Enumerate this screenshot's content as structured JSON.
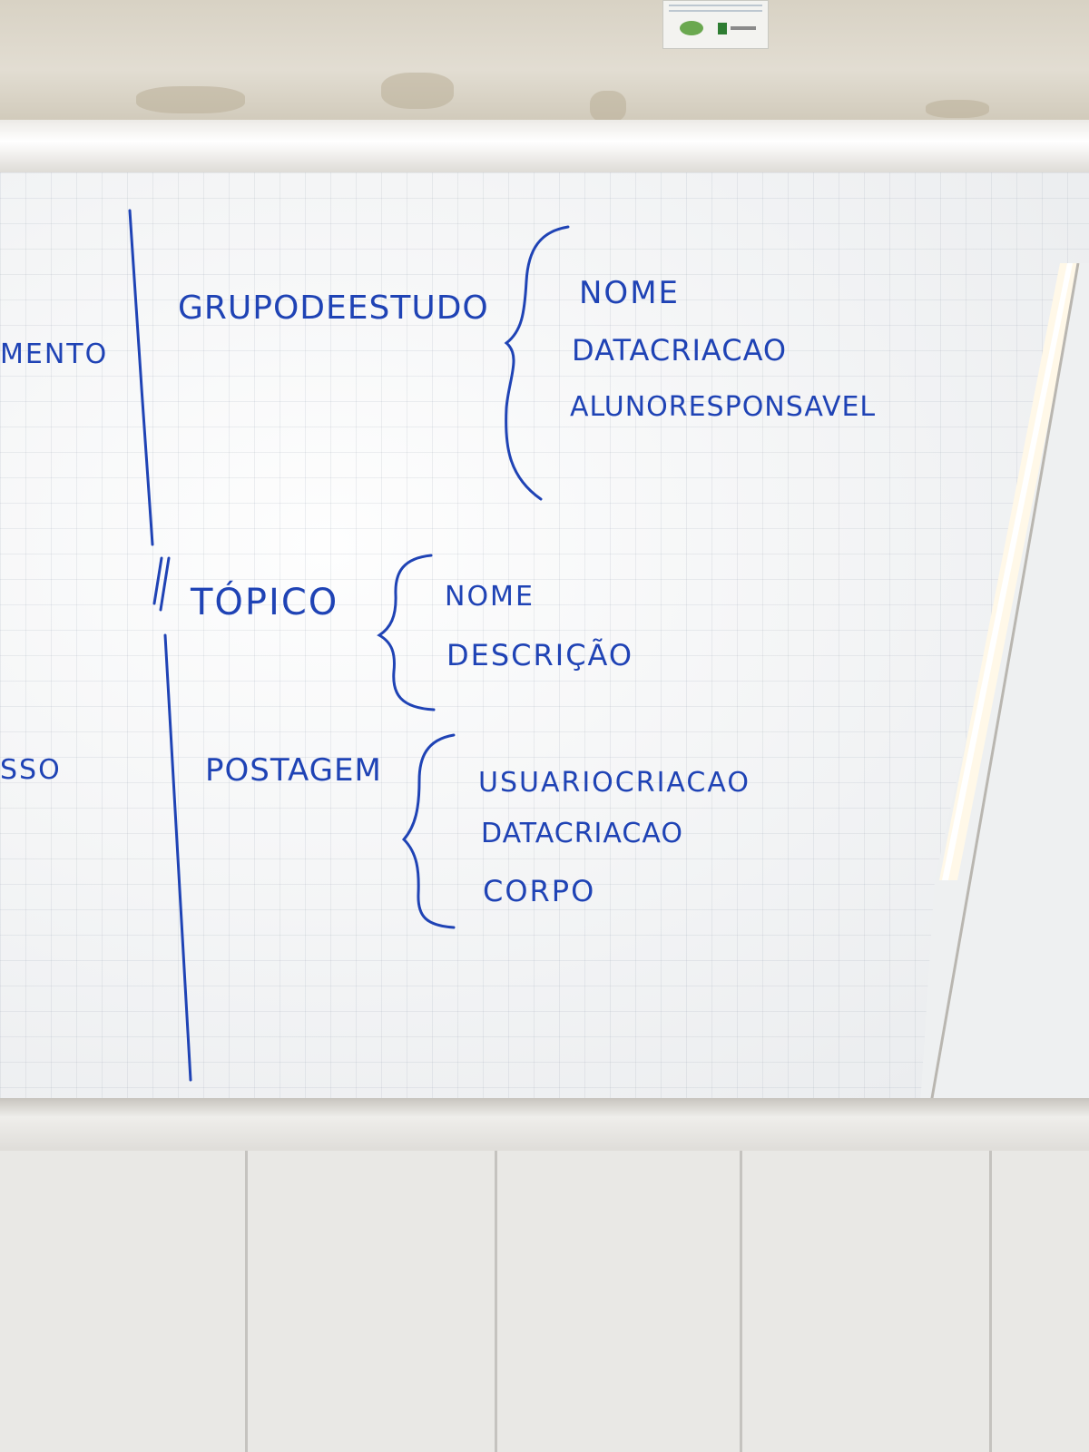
{
  "whiteboard": {
    "left_fragments": [
      "MENTO",
      "SSO"
    ],
    "entities": [
      {
        "name": "GRUPODEESTUDO",
        "attributes": [
          "NOME",
          "DATACRIACAO",
          "ALUNORESPONSAVEL"
        ]
      },
      {
        "name": "TÓPICO",
        "attributes": [
          "NOME",
          "DESCRIÇÃO"
        ]
      },
      {
        "name": "POSTAGEM",
        "attributes": [
          "USUARIOCRIACAO",
          "DATACRIACAO",
          "CORPO"
        ]
      }
    ]
  },
  "colors": {
    "marker_ink": "#1f43b5",
    "board": "#f3f4f4",
    "wall": "#d8d2c4",
    "tile": "#e9e8e5"
  }
}
